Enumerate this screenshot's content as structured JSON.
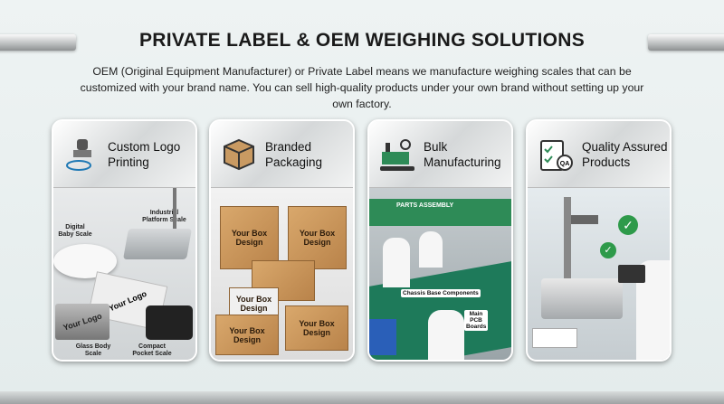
{
  "header": {
    "title": "PRIVATE LABEL & OEM WEIGHING SOLUTIONS",
    "description": "OEM (Original Equipment Manufacturer) or Private Label means we manufacture weighing scales that can be customized with your brand name. You can sell high-quality products under your own brand without setting up your own factory."
  },
  "cards": [
    {
      "title": "Custom Logo Printing",
      "icon": "stamp-icon",
      "labels": {
        "baby": "Digital Baby Scale",
        "industrial": "Industrial Platform Scale",
        "logo1": "Your Logo",
        "logo2": "Your Logo",
        "glass": "Glass Body Scale",
        "pocket": "Compact Pocket Scale"
      }
    },
    {
      "title": "Branded Packaging",
      "icon": "package-icon",
      "box_text": "Your Box Design"
    },
    {
      "title": "Bulk Manufacturing",
      "icon": "factory-gear-icon",
      "labels": {
        "banner": "PARTS ASSEMBLY",
        "chassis": "Chassis Base Components",
        "pcb": "Main PCB Boards"
      }
    },
    {
      "title": "Quality Assured Products",
      "icon": "qa-clipboard-icon",
      "badge": "QA"
    }
  ],
  "colors": {
    "accent_green": "#2e8b57",
    "card_bg": "#f4f5f5"
  }
}
